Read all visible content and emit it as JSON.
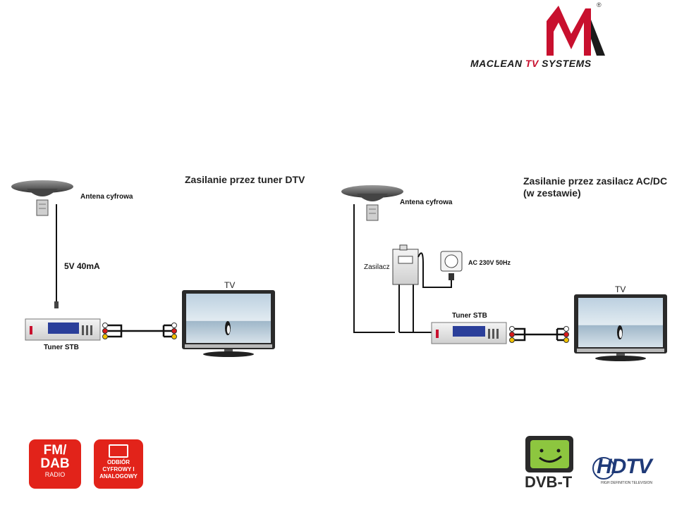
{
  "logo": {
    "brand": "MACLEAN",
    "tv": "TV",
    "systems": "SYSTEMS",
    "registered": "®"
  },
  "left": {
    "title": "Zasilanie przez tuner DTV",
    "antenna_label": "Antena cyfrowa",
    "power_label": "5V 40mA",
    "tuner_label": "Tuner STB",
    "tv_label": "TV"
  },
  "right": {
    "title_line1": "Zasilanie przez zasilacz AC/DC",
    "title_line2": "(w zestawie)",
    "antenna_label": "Antena cyfrowa",
    "psu_label": "Zasilacz",
    "outlet_label": "AC 230V 50Hz",
    "tuner_label": "Tuner STB",
    "tv_label": "TV"
  },
  "badges": {
    "fm": {
      "line1": "FM/",
      "line2": "DAB",
      "line3": "RADIO"
    },
    "tv": {
      "line1": "ODBIÓR",
      "line2": "CYFROWY I",
      "line3": "ANALOGOWY"
    }
  },
  "dvbt": {
    "text": "DVB-T"
  },
  "hdtv": {
    "text": "HDTV",
    "sub": "HIGH DEFINITION TELEVISION"
  },
  "colors": {
    "brand_red": "#c8102e",
    "badge_red": "#e2231a",
    "dvbt_green": "#8dc63f",
    "hdtv_blue": "#1f3a78"
  }
}
